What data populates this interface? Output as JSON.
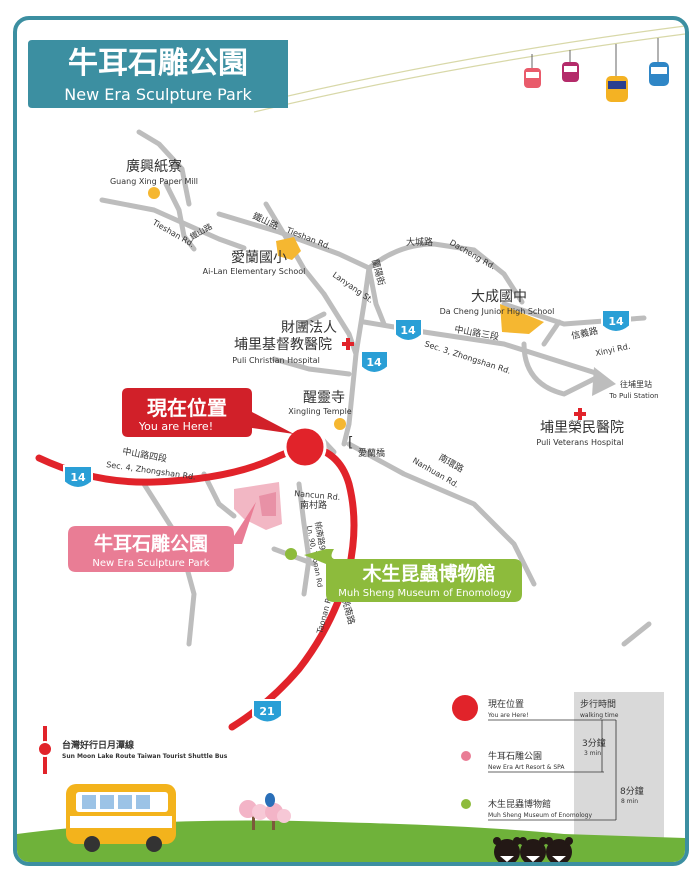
{
  "title": {
    "zh": "牛耳石雕公園",
    "en": "New Era Sculpture Park"
  },
  "places": {
    "guang_xing": {
      "zh": "廣興紙寮",
      "en": "Guang Xing Paper Mill"
    },
    "ai_lan": {
      "zh": "愛蘭國小",
      "en": "Ai-Lan Elementary School"
    },
    "da_cheng": {
      "zh": "大成國中",
      "en": "Da Cheng Junior High School"
    },
    "puli_christian": {
      "zh1": "財團法人",
      "zh2": "埔里基督教醫院",
      "en": "Puli Christian Hospital"
    },
    "xingling": {
      "zh": "醒靈寺",
      "en": "Xingling Temple"
    },
    "veterans": {
      "zh": "埔里榮民醫院",
      "en": "Puli Veterans Hospital"
    },
    "to_puli": {
      "zh": "往埔里站",
      "en": "To Puli Station"
    }
  },
  "you_are_here": {
    "zh": "現在位置",
    "en": "You are Here!"
  },
  "park_label": {
    "zh": "牛耳石雕公園",
    "en": "New Era Sculpture Park"
  },
  "museum": {
    "zh": "木生昆蟲博物館",
    "en": "Muh Sheng Museum of Enomology"
  },
  "roads": {
    "tieshan": "Tieshan Rd.",
    "tieshan_zh1": "鐵山路",
    "tieshan_zh2": "鐵山路",
    "tieshan_en": "Tieshan Rd.",
    "lanyang_zh": "蘭陽街",
    "lanyang_en": "Lanyang St.",
    "dacheng_zh": "大城路",
    "dacheng_en": "Dacheng Rd.",
    "zhongshan3_zh": "中山路三段",
    "zhongshan3_en": "Sec. 3, Zhongshan Rd.",
    "xinyi_zh": "信義路",
    "xinyi_en": "Xinyi Rd.",
    "zhongshan4_zh": "中山路四段",
    "zhongshan4_en": "Sec. 4, Zhongshan Rd.",
    "ailan_bridge": "愛蘭橋",
    "nanhuan_zh": "南環路",
    "nanhuan_en": "Nanhuan Rd.",
    "nancun_en": "Nancun Rd.",
    "nancun_zh": "南村路",
    "taonan_lane": "桃南路90巷",
    "taonan_lane_en": "Ln. 90, Taonan Rd",
    "taonan_zh": "桃南路",
    "taonan_en": "Taonan Rd"
  },
  "route_numbers": {
    "r14": "14",
    "r21": "21"
  },
  "legend": {
    "you_are_here_zh": "現在位置",
    "you_are_here_en": "You are Here!",
    "park_zh": "牛耳石雕公園",
    "park_en": "New Era Art Resort & SPA",
    "museum_zh": "木生昆蟲博物館",
    "museum_en": "Muh Sheng Museum of Enomology",
    "walk_zh": "步行時間",
    "walk_en": "walking time",
    "t3_zh": "3分鐘",
    "t3_en": "3 min",
    "t8_zh": "8分鐘",
    "t8_en": "8 min"
  },
  "shuttle": {
    "zh": "台灣好行日月潭線",
    "en": "Sun Moon Lake Route Taiwan Tourist Shuttle Bus"
  },
  "colors": {
    "frame": "#3c8fa1",
    "route": "#e1232a",
    "road": "#bdbdbd",
    "park": "#e97d95",
    "museum": "#8dbb3c",
    "poi": "#f5b731",
    "hospital": "#e1232a",
    "grass": "#6fb23a"
  }
}
